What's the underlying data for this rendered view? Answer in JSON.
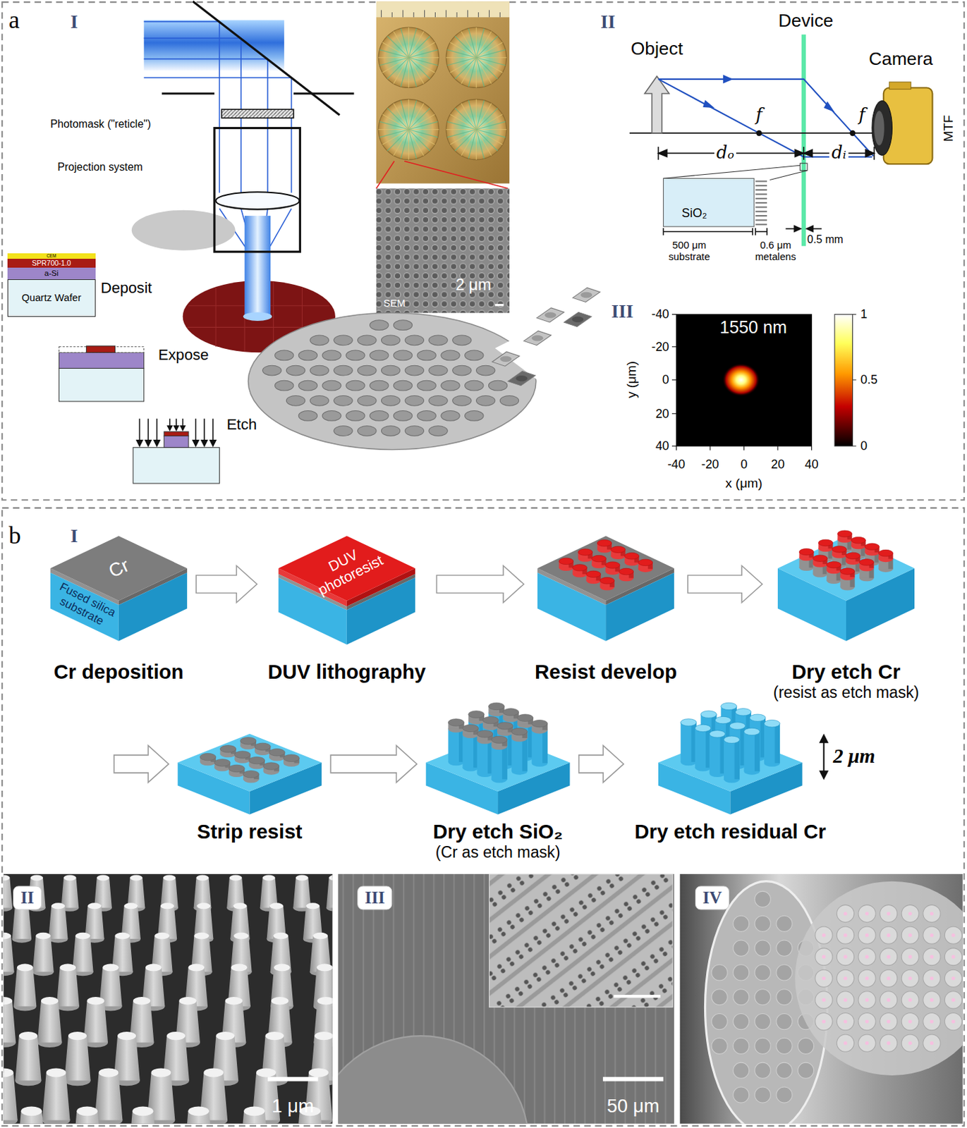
{
  "diagram": {
    "nodes": [
      {
        "text": [
          "CEM"
        ]
      },
      {
        "text": [
          "SPR700-1.0"
        ]
      },
      {
        "text": [
          "a-Si"
        ]
      },
      {
        "text": [
          "Quartz Wafer"
        ]
      },
      {
        "text": [
          "Cr deposition"
        ]
      },
      {
        "text": [
          "DUV lithography"
        ]
      },
      {
        "text": [
          "Resist develop"
        ]
      },
      {
        "text": [
          "Dry etch Cr",
          "(resist as etch mask)"
        ]
      },
      {
        "text": [
          "Strip resist"
        ]
      },
      {
        "text": [
          "Dry etch SiO₂",
          "(Cr as etch mask)"
        ]
      },
      {
        "text": [
          "Dry etch residual Cr"
        ]
      }
    ],
    "edges": [
      {
        "from": 4,
        "to": 5,
        "arrow": "to"
      },
      {
        "from": 5,
        "to": 6,
        "arrow": "to"
      },
      {
        "from": 6,
        "to": 7,
        "arrow": "to"
      },
      {
        "from": 7,
        "to": 8,
        "arrow": "to"
      },
      {
        "from": 8,
        "to": 9,
        "arrow": "to"
      },
      {
        "from": 9,
        "to": 10,
        "arrow": "to"
      }
    ],
    "labels": [
      "a",
      "I",
      "II",
      "III",
      "Photomask (\"reticle\")",
      "Projection system",
      "Deposit",
      "Expose",
      "Etch",
      "2 μm",
      "SEM",
      "Object",
      "Device",
      "Camera",
      "f",
      "f",
      "dₒ",
      "dᵢ",
      "MTF",
      "SiO₂",
      "500 μm substrate",
      "0.6 μm metalens",
      "0.5 mm",
      "1550 nm",
      "-40",
      "-20",
      "0",
      "20",
      "40",
      "y (μm)",
      "-40",
      "-20",
      "0",
      "20",
      "40",
      "x (μm)",
      "1",
      "0.5",
      "0",
      "b",
      "I",
      "Cr",
      "Fused silica substrate",
      "DUV photoresist",
      "2 μm",
      "II",
      "1 μm",
      "III",
      "50 μm",
      "IV"
    ]
  }
}
